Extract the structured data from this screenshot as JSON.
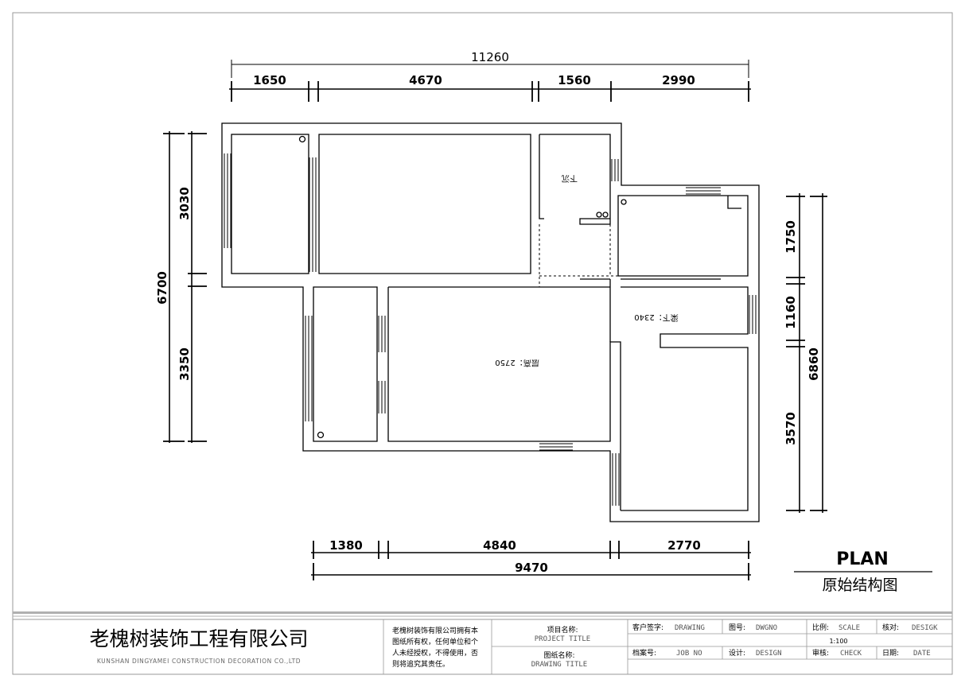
{
  "dims": {
    "top_total": "11260",
    "top_segments": [
      "1650",
      "4670",
      "1560",
      "2990"
    ],
    "left_total": "6700",
    "left_segments": [
      "3030",
      "3350"
    ],
    "right_total": "6860",
    "right_segments": [
      "1750",
      "1160",
      "3570"
    ],
    "bottom_total": "9470",
    "bottom_segments": [
      "1380",
      "4840",
      "2770"
    ]
  },
  "room_notes": {
    "sunken": "下沉",
    "floor_height": "层高：2750",
    "beam_under": "梁下：2340"
  },
  "plan": {
    "title": "PLAN",
    "subtitle": "原始结构图"
  },
  "title_block": {
    "company_cn": "老槐树装饰工程有限公司",
    "company_en": "KUNSHAN DINGYAMEI CONSTRUCTION DECORATION CO.,LTD",
    "copyright_lines": [
      "老槐树装饰有限公司拥有本",
      "图纸所有权，任何单位和个",
      "人未经授权，不得使用，否",
      "则将追究其责任。"
    ],
    "project_title_cn": "项目名称:",
    "project_title_en": "PROJECT TITLE",
    "drawing_title_cn": "图纸名称:",
    "drawing_title_en": "DRAWING TITLE",
    "client_sign_cn": "客户签字:",
    "client_sign_en": "DRAWING",
    "drawing_no_cn": "图号:",
    "drawing_no_en": "DWGNO",
    "scale_cn": "比例:",
    "scale_en": "SCALE",
    "scale_value": "1:100",
    "check_cn": "核对:",
    "check_en": "DESIGK",
    "file_no_cn": "档案号:",
    "file_no_en": "JOB NO",
    "design_cn": "设计:",
    "design_en": "DESIGN",
    "review_cn": "审核:",
    "review_en": "CHECK",
    "date_cn": "日期:",
    "date_en": "DATE"
  }
}
